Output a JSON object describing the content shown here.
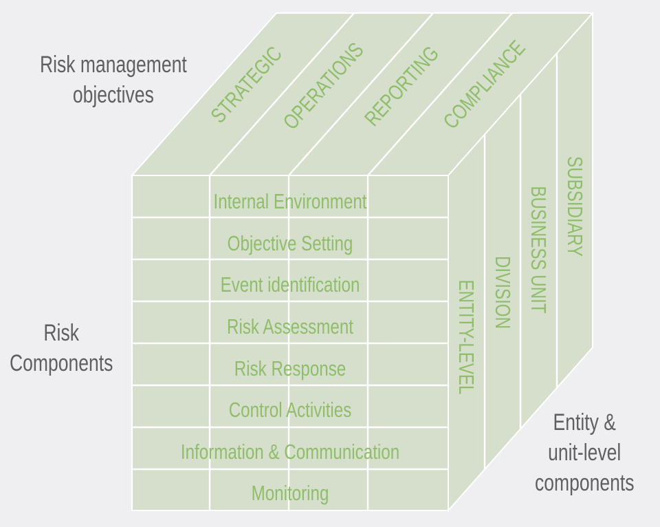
{
  "labels": {
    "objectives": [
      "Risk management",
      "objectives"
    ],
    "components": [
      "Risk",
      "Components"
    ],
    "entity": [
      "Entity &",
      "unit-level",
      "components"
    ]
  },
  "top_face": [
    "STRATEGIC",
    "OPERATIONS",
    "REPORTING",
    "COMPLIANCE"
  ],
  "front_face": [
    "Internal Environment",
    "Objective Setting",
    "Event identification",
    "Risk Assessment",
    "Risk Response",
    "Control Activities",
    "Information & Communication",
    "Monitoring"
  ],
  "side_face": [
    "ENTITY-LEVEL",
    "DIVISION",
    "BUSINESS UNIT",
    "SUBSIDIARY"
  ],
  "colors": {
    "background": "#efeff1",
    "face_fill": "#d5dfcc",
    "divider": "#ffffff",
    "cube_text": "#8fbd6a",
    "side_text": "#5f5f62"
  }
}
